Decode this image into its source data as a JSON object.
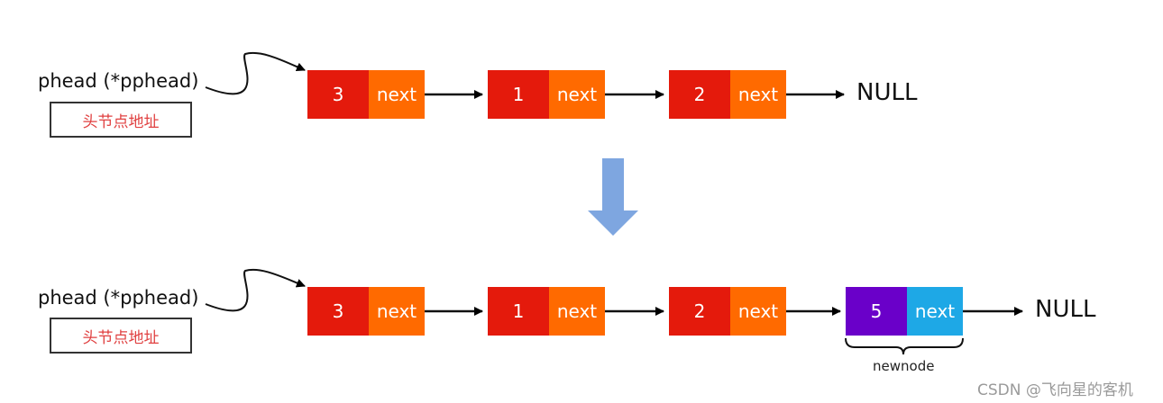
{
  "colors": {
    "value_cell": "#e41a0c",
    "next_cell": "#ff6a00",
    "new_value_cell": "#6a00c9",
    "new_next_cell": "#1ea8e6",
    "down_arrow": "#7ea6e0",
    "address_text": "#e04040"
  },
  "before": {
    "pointer_label": "phead (*pphead)",
    "address_label": "头节点地址",
    "nodes": [
      {
        "value": "3",
        "next_label": "next"
      },
      {
        "value": "1",
        "next_label": "next"
      },
      {
        "value": "2",
        "next_label": "next"
      }
    ],
    "terminator": "NULL"
  },
  "after": {
    "pointer_label": "phead (*pphead)",
    "address_label": "头节点地址",
    "nodes": [
      {
        "value": "3",
        "next_label": "next"
      },
      {
        "value": "1",
        "next_label": "next"
      },
      {
        "value": "2",
        "next_label": "next"
      },
      {
        "value": "5",
        "next_label": "next",
        "is_new": true
      }
    ],
    "new_node_label": "newnode",
    "terminator": "NULL"
  },
  "watermark": "CSDN @飞向星的客机"
}
